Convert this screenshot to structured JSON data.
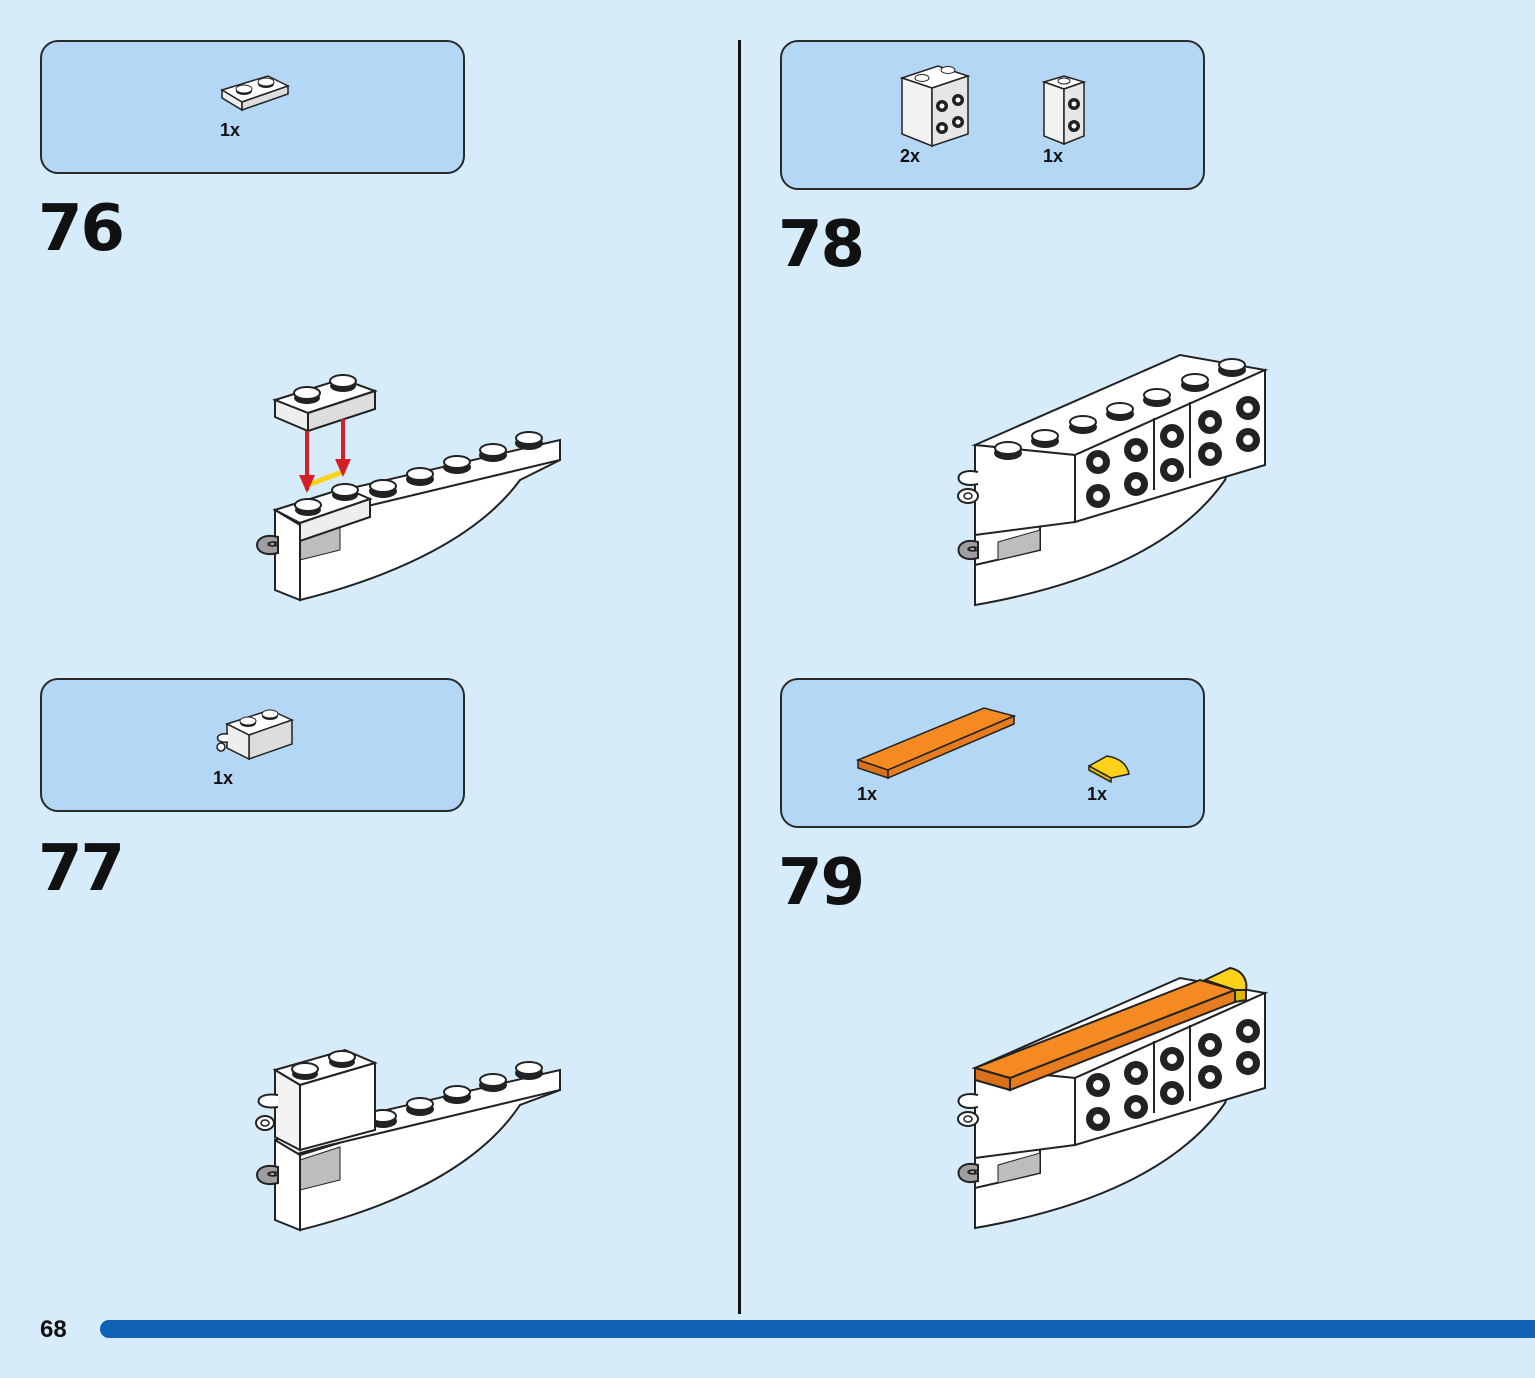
{
  "page": {
    "number": "68"
  },
  "steps": [
    {
      "number": "76",
      "parts": [
        {
          "qty": "1x",
          "part": "plate-1x2-white"
        }
      ]
    },
    {
      "number": "77",
      "parts": [
        {
          "qty": "1x",
          "part": "brick-1x2-clip-white"
        }
      ]
    },
    {
      "number": "78",
      "parts": [
        {
          "qty": "2x",
          "part": "brick-2x2-studs-side-white"
        },
        {
          "qty": "1x",
          "part": "brick-1x1-studs-side-white"
        }
      ]
    },
    {
      "number": "79",
      "parts": [
        {
          "qty": "1x",
          "part": "tile-1x6-orange"
        },
        {
          "qty": "1x",
          "part": "tile-quarter-round-yellow"
        }
      ]
    }
  ],
  "colors": {
    "background": "#d6ecfb",
    "parts_box": "#b3d7f5",
    "footer_bar": "#0f62b3",
    "arrow": "#d32027",
    "orange": "#f58a23",
    "yellow": "#ffd21a",
    "white_brick": "#ffffff",
    "grey_clip": "#bdbdbd"
  }
}
